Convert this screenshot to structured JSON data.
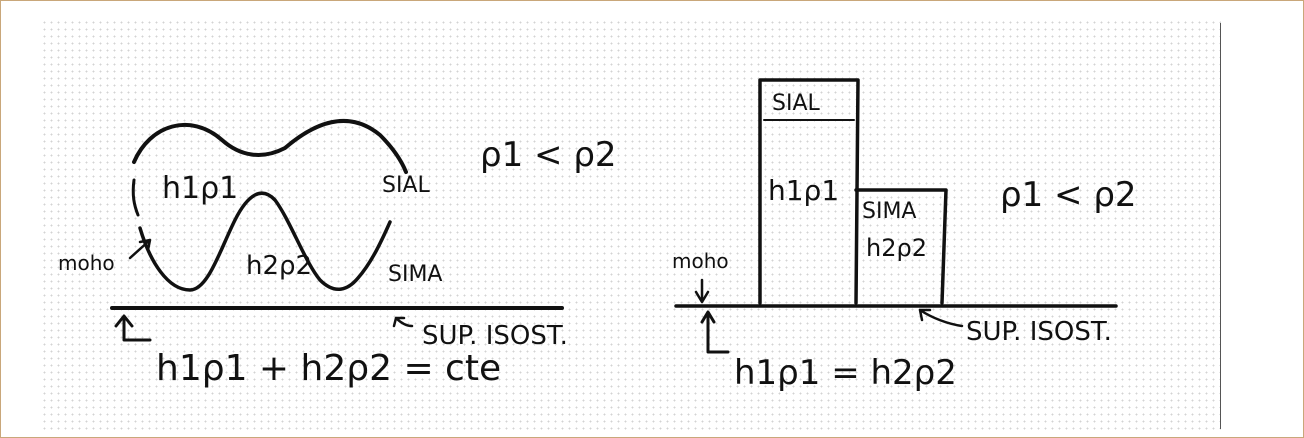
{
  "left": {
    "density_relation": "ρ1 < ρ2",
    "upper_layer_label": "h1ρ1",
    "sial_label": "SIAL",
    "lower_layer_label": "h2ρ2",
    "sima_label": "SIMA",
    "moho_label": "moho",
    "surface_label": "SUP. ISOST.",
    "equation": "h1ρ1 + h2ρ2 = cte"
  },
  "right": {
    "density_relation": "ρ1 < ρ2",
    "sial_label": "SIAL",
    "sial_layer_label": "h1ρ1",
    "sima_label": "SIMA",
    "sima_layer_label": "h2ρ2",
    "moho_label": "moho",
    "surface_label": "SUP. ISOST.",
    "equation": "h1ρ1 = h2ρ2"
  }
}
